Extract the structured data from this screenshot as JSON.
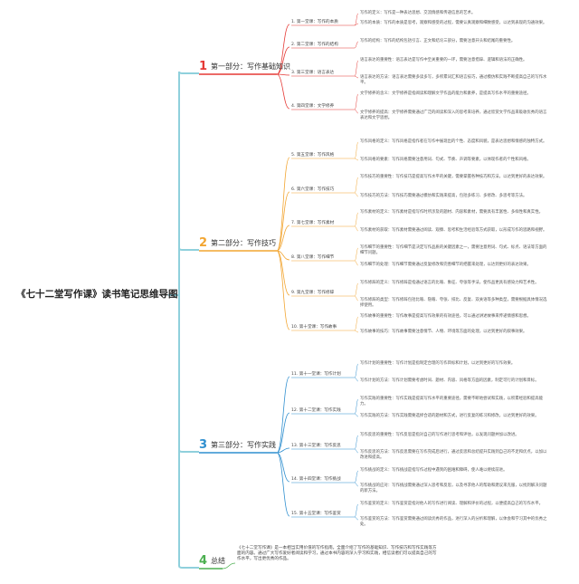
{
  "root": {
    "title": "《七十二堂写作课》读书笔记思维导图"
  },
  "colors": {
    "p1": "#e53935",
    "p2": "#f2a531",
    "p3": "#2f8fcf",
    "p4": "#4caf50",
    "root_line": "#8fd0dc"
  },
  "parts": [
    {
      "num": "1",
      "label": "第一部分：写作基础知识",
      "lessons": [
        {
          "label": "1. 第一堂课：写作的本质",
          "leaves": [
            "写作的定义：写作是一种表达思想、交流情感和传递信息的艺术。",
            "写作的本质：写作的本质是思考，观察和感受的过程，需要认真观察和细致感受，以达到表现的沟通效果。"
          ]
        },
        {
          "label": "2. 第二堂课：写作的结构",
          "leaves": [
            "写作的结构：写作的结构包括引言、正文和结论三部分，需要注意开头和结尾的重要性。"
          ]
        },
        {
          "label": "3. 第三堂课：语言表达",
          "leaves": [
            "语言表达的重要性：语言表达是写作中至关重要的一环，需要注意措辞、逻辑和语法的正确性。",
            "语言表达的方法：语言表达需要多读多写，多积累词汇和语言技巧，通过模仿和实践不断提高自己的写作水平。"
          ]
        },
        {
          "label": "4. 第四堂课：文学修养",
          "leaves": [
            "文学修养的含义：文学修养是指阅读和理解文学作品的能力和素养，是提高写作水平的重要途径。",
            "文学修养的提高：文学修养需要通过广泛的阅读和深入的思考来培养，通过欣赏文学作品来吸收优秀的语言表达和文学思想。"
          ]
        }
      ]
    },
    {
      "num": "2",
      "label": "第二部分：写作技巧",
      "lessons": [
        {
          "label": "5. 第五堂课：写作风格",
          "leaves": [
            "写作风格的定义：写作风格是指作者在写作中展现出的个性、态度和风貌，是表达思想和情感的独特方式。",
            "写作风格的要素：写作风格需要注意用词、句式、节奏、声调等要素，以体现作者的个性和风格。"
          ]
        },
        {
          "label": "6. 第六堂课：写作技巧",
          "leaves": [
            "写作技巧的重要性：写作技巧是提高写作水平的关键，需要掌握各种技巧和方法，以达到更好的表达效果。",
            "写作技巧的方法：写作技巧需要通过模仿和实践来提高，包括多练习、多修改、多思考等方法。"
          ]
        },
        {
          "label": "7. 第七堂课：写作素材",
          "leaves": [
            "写作素材的定义：写作素材是指写作时所涉及的题材、内容和素材，需要具有丰富性、多样性和真实性。",
            "写作素材的获取：写作素材需要通过阅读、观察、思考和生活经验等方式获取，以形成写作的思路和视野。"
          ]
        },
        {
          "label": "8. 第八堂课：写作细节",
          "leaves": [
            "写作细节的重要性：写作细节是决定写作品质的关键因素之一，需要注意用词、句式、标点、语法等方面的细节问题。",
            "写作细节的处理：写作细节需要通过反复修改和完善细节的把握来处理，以达到更好的表达效果。"
          ]
        },
        {
          "label": "9. 第九堂课：写作修辞",
          "leaves": [
            "写作修辞的定义：写作修辞是指通过语言的比喻、象征、夸张等手法，使作品更具有感染力和艺术性。",
            "写作修辞的类型：写作修辞包括比喻、隐喻、夸张、排比、反复、双关语等多种类型，需要根据具体情况选择使用。"
          ]
        },
        {
          "label": "10. 第十堂课：写作故事",
          "leaves": [
            "写作故事的重要性：写作故事是提高写作效果的有效途径，可以通过讲述故事来传递情感和思想。",
            "写作故事的技巧：写作故事需要注意情节、人物、环境等方面的处理，以达到更好的叙事效果。"
          ]
        }
      ]
    },
    {
      "num": "3",
      "label": "第三部分：写作实践",
      "lessons": [
        {
          "label": "11. 第十一堂课：写作计划",
          "leaves": [
            "写作计划的重要性：写作计划是指制定合理的写作目标和计划，以达到更好的写作效果。",
            "写作计划的方法：写作计划需要考虑时间、题材、内容、风格等方面的因素，制定可行的计划和目标。"
          ]
        },
        {
          "label": "12. 第十二堂课：写作实践",
          "leaves": [
            "写作实践的重要性：写作实践是提高写作水平的重要途径，需要不断地尝试和实践，以积累经验和提高能力。",
            "写作实践的方法：写作实践需要选择合适的题材和方式，进行反复的练习和修改，以达到更好的效果。"
          ]
        },
        {
          "label": "13. 第十三堂课：写作反思",
          "leaves": [
            "写作反思的重要性：写作反思是指对自己的写作进行思考和评估，以发现问题并加以改进。",
            "写作反思的方法：写作反思需要在写作完成后进行，通过反思和总结提升实践到自己的不足和优点，以加以改进和提高。"
          ]
        },
        {
          "label": "14. 第十四堂课：写作挑战",
          "leaves": [
            "写作挑战的定义：写作挑战是指写作过程中遇到的困难和障碍，使人难以继续前进。",
            "写作挑战的应对：写作挑战需要通过深入思考和反思，以及寻求他人的帮助和建议来克服，以找到解决问题的新方法。"
          ]
        },
        {
          "label": "15. 第十五堂课：写作鉴赏",
          "leaves": [
            "写作鉴赏的定义：写作鉴赏是指对他人的写作进行阅读、理解和评价的过程，以便提高自己的写作水平。",
            "写作鉴赏的方法：写作鉴赏需要通过阅读优秀的作品，进行深入的分析和理解，以体会和学习其中的优秀之处。"
          ]
        }
      ]
    },
    {
      "num": "4",
      "label": "总结",
      "summary": "《七十二堂写作课》是一本相当实用价值的写作指南，全面介绍了写作的基础知识、写作技巧和写作实践等方面的内容。通过广大写作爱好者阅读和学习，通过本书内容的深入学习和实践，相信读者们可以提高自己的写作水平，写出更优秀的作品。"
    }
  ]
}
